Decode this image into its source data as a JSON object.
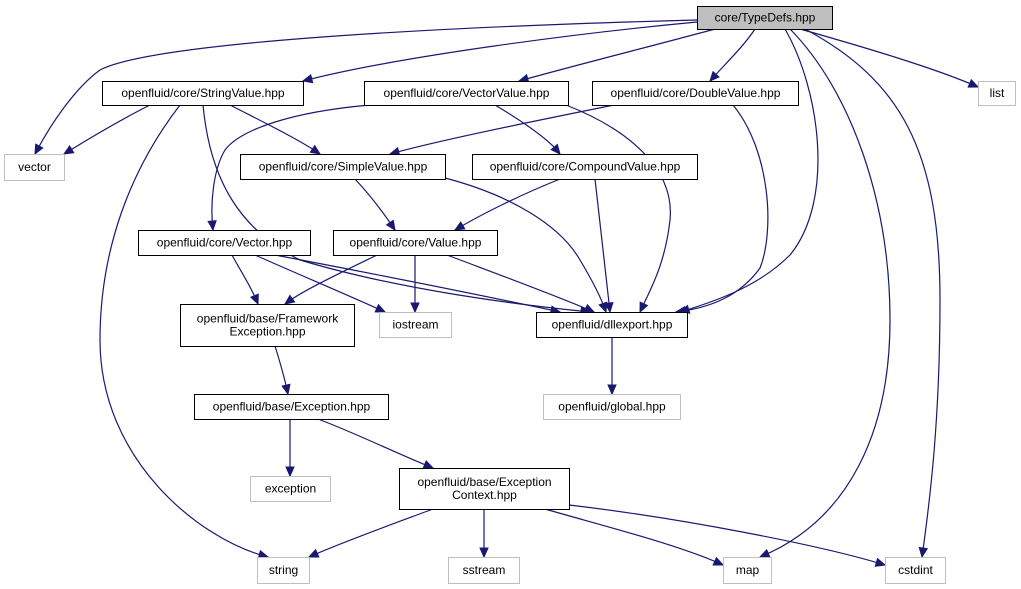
{
  "diagram": {
    "colors": {
      "edge": "#191970",
      "root_fill": "#bfbfbf",
      "external_border": "#bfbfbf",
      "internal_border": "#000000"
    },
    "nodes": [
      {
        "id": "typedefs",
        "lines": [
          "core/TypeDefs.hpp"
        ],
        "kind": "root"
      },
      {
        "id": "stringvalue",
        "lines": [
          "openfluid/core/StringValue.hpp"
        ],
        "kind": "internal"
      },
      {
        "id": "vectorvalue",
        "lines": [
          "openfluid/core/VectorValue.hpp"
        ],
        "kind": "internal"
      },
      {
        "id": "doublevalue",
        "lines": [
          "openfluid/core/DoubleValue.hpp"
        ],
        "kind": "internal"
      },
      {
        "id": "list",
        "lines": [
          "list"
        ],
        "kind": "external"
      },
      {
        "id": "vector",
        "lines": [
          "vector"
        ],
        "kind": "external"
      },
      {
        "id": "simplevalue",
        "lines": [
          "openfluid/core/SimpleValue.hpp"
        ],
        "kind": "internal"
      },
      {
        "id": "compoundvalue",
        "lines": [
          "openfluid/core/CompoundValue.hpp"
        ],
        "kind": "internal"
      },
      {
        "id": "corevector",
        "lines": [
          "openfluid/core/Vector.hpp"
        ],
        "kind": "internal"
      },
      {
        "id": "value",
        "lines": [
          "openfluid/core/Value.hpp"
        ],
        "kind": "internal"
      },
      {
        "id": "frameworkexc",
        "lines": [
          "openfluid/base/Framework",
          "Exception.hpp"
        ],
        "kind": "internal"
      },
      {
        "id": "iostream",
        "lines": [
          "iostream"
        ],
        "kind": "external"
      },
      {
        "id": "dllexport",
        "lines": [
          "openfluid/dllexport.hpp"
        ],
        "kind": "internal"
      },
      {
        "id": "exception_hpp",
        "lines": [
          "openfluid/base/Exception.hpp"
        ],
        "kind": "internal"
      },
      {
        "id": "global",
        "lines": [
          "openfluid/global.hpp"
        ],
        "kind": "external"
      },
      {
        "id": "exception",
        "lines": [
          "exception"
        ],
        "kind": "external"
      },
      {
        "id": "exccontext",
        "lines": [
          "openfluid/base/Exception",
          "Context.hpp"
        ],
        "kind": "internal"
      },
      {
        "id": "string",
        "lines": [
          "string"
        ],
        "kind": "external"
      },
      {
        "id": "sstream",
        "lines": [
          "sstream"
        ],
        "kind": "external"
      },
      {
        "id": "map",
        "lines": [
          "map"
        ],
        "kind": "external"
      },
      {
        "id": "cstdint",
        "lines": [
          "cstdint"
        ],
        "kind": "external"
      }
    ],
    "edges": [
      {
        "from": "typedefs",
        "to": "stringvalue"
      },
      {
        "from": "typedefs",
        "to": "vectorvalue"
      },
      {
        "from": "typedefs",
        "to": "doublevalue"
      },
      {
        "from": "typedefs",
        "to": "list"
      },
      {
        "from": "typedefs",
        "to": "vector"
      },
      {
        "from": "typedefs",
        "to": "dllexport"
      },
      {
        "from": "typedefs",
        "to": "map"
      },
      {
        "from": "typedefs",
        "to": "cstdint"
      },
      {
        "from": "stringvalue",
        "to": "vector"
      },
      {
        "from": "stringvalue",
        "to": "simplevalue"
      },
      {
        "from": "stringvalue",
        "to": "dllexport"
      },
      {
        "from": "stringvalue",
        "to": "string"
      },
      {
        "from": "vectorvalue",
        "to": "compoundvalue"
      },
      {
        "from": "vectorvalue",
        "to": "corevector"
      },
      {
        "from": "vectorvalue",
        "to": "dllexport"
      },
      {
        "from": "doublevalue",
        "to": "simplevalue"
      },
      {
        "from": "doublevalue",
        "to": "dllexport"
      },
      {
        "from": "simplevalue",
        "to": "value"
      },
      {
        "from": "simplevalue",
        "to": "dllexport"
      },
      {
        "from": "compoundvalue",
        "to": "value"
      },
      {
        "from": "compoundvalue",
        "to": "dllexport"
      },
      {
        "from": "corevector",
        "to": "frameworkexc"
      },
      {
        "from": "corevector",
        "to": "iostream"
      },
      {
        "from": "corevector",
        "to": "dllexport"
      },
      {
        "from": "value",
        "to": "frameworkexc"
      },
      {
        "from": "value",
        "to": "iostream"
      },
      {
        "from": "value",
        "to": "dllexport"
      },
      {
        "from": "frameworkexc",
        "to": "exception_hpp"
      },
      {
        "from": "dllexport",
        "to": "global"
      },
      {
        "from": "exception_hpp",
        "to": "exception"
      },
      {
        "from": "exception_hpp",
        "to": "exccontext"
      },
      {
        "from": "exccontext",
        "to": "string"
      },
      {
        "from": "exccontext",
        "to": "sstream"
      },
      {
        "from": "exccontext",
        "to": "map"
      },
      {
        "from": "exccontext",
        "to": "cstdint"
      }
    ]
  }
}
